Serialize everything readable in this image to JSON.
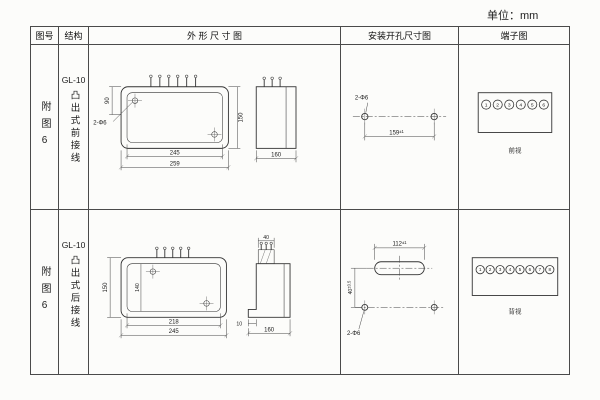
{
  "page": {
    "unit_label": "单位：mm"
  },
  "table": {
    "headers": {
      "figure_no": "图号",
      "structure": "结构",
      "outline": "外 形 尺 寸 图",
      "mounting": "安装开孔尺寸图",
      "terminal": "端子图"
    },
    "rows": [
      {
        "figure_no": "附图6",
        "model": "GL-10",
        "structure_desc": "凸出式前接线",
        "outline": {
          "left_dim": "90",
          "height_dim": "150",
          "width_inner_dim": "245",
          "width_outer_dim": "259",
          "hole_label": "2-Φ6",
          "side_depth_dim": "160"
        },
        "mounting": {
          "hole_label": "2-Φ6",
          "span_dim": "159",
          "span_tol": "±1"
        },
        "terminal": {
          "numbers": [
            "1",
            "2",
            "3",
            "4",
            "5",
            "6"
          ],
          "view_label": "前视"
        }
      },
      {
        "figure_no": "附图6",
        "model": "GL-10",
        "structure_desc": "凸出式后接线",
        "outline": {
          "height_dim": "150",
          "inner_height_dim": "140",
          "width_inner_dim": "218",
          "width_outer_dim": "245",
          "block_width_dim": "40",
          "step_dim": "10",
          "side_depth_dim": "160"
        },
        "mounting": {
          "hole_label": "2-Φ6",
          "slot_span_dim": "112",
          "slot_span_tol": "±1",
          "offset_dim": "40",
          "offset_tol": "±0.5"
        },
        "terminal": {
          "numbers": [
            "1",
            "2",
            "3",
            "4",
            "5",
            "6",
            "7",
            "8"
          ],
          "view_label": "背视"
        }
      }
    ]
  }
}
